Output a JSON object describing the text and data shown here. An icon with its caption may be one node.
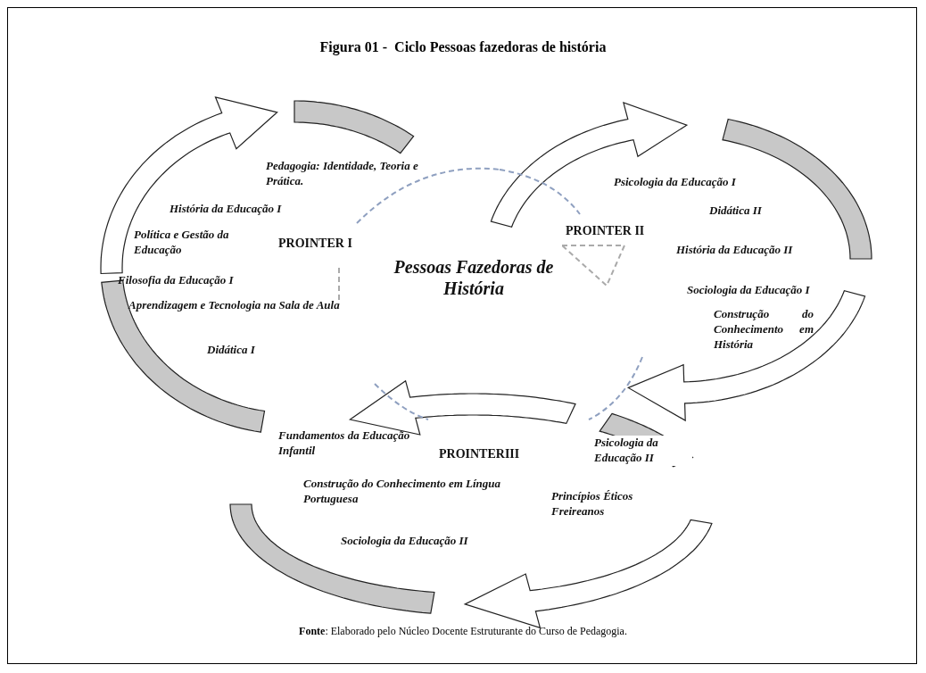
{
  "diagram": {
    "title": "Figura 01 -  Ciclo Pessoas fazedoras de história",
    "caption": "**Fonte**: Elaborado pelo Núcleo Docente Estruturante do Curso de Pedagogia.",
    "labels": [
      "Pedagogia: Identidade, Teoria e Prática.",
      "História da Educação I",
      "Política e Gestão da Educação",
      "PROINTER I",
      "Filosofia da Educação I",
      "Aprendizagem e Tecnologia na Sala de Aula",
      "Didática I",
      "Psicologia da Educação I",
      "Didática II",
      "PROINTER II",
      "História da Educação II",
      "Sociologia da Educação I",
      "Pessoas Fazedoras de História",
      "Construção do Conhecimento em História",
      "Fundamentos da Educação Infantil",
      "PROINTERIII",
      "Psicologia da Educação II",
      "Construção do Conhecimento em Língua Portuguesa",
      "Princípios Éticos Freireanos",
      "Sociologia da Educação II"
    ]
  }
}
